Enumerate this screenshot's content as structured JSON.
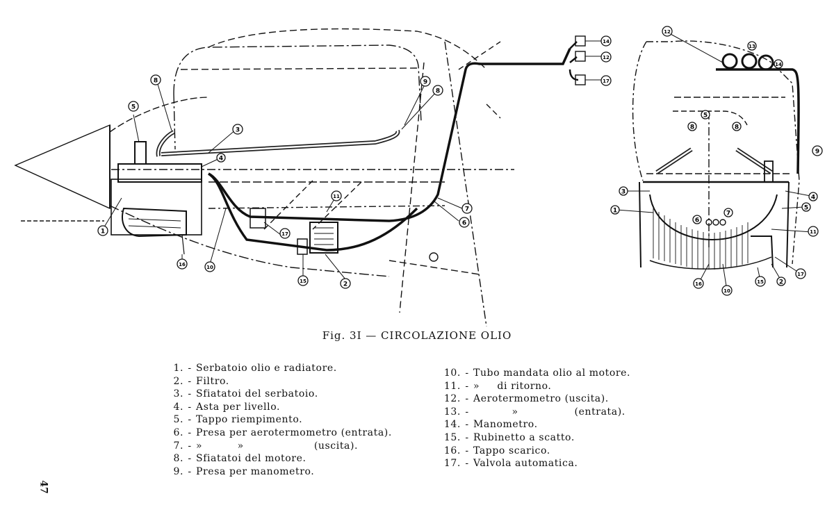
{
  "figure": {
    "caption": "Fig. 3I — CIRCOLAZIONE OLIO"
  },
  "legend_left": [
    {
      "num": "1.",
      "text": "Serbatoio olio e radiatore."
    },
    {
      "num": "2.",
      "text": "Filtro."
    },
    {
      "num": "3.",
      "text": "Sfiatatoi del serbatoio."
    },
    {
      "num": "4.",
      "text": "Asta per livello."
    },
    {
      "num": "5.",
      "text": "Tappo riempimento."
    },
    {
      "num": "6.",
      "text": "Presa per aerotermometro (entrata)."
    },
    {
      "num": "7.",
      "text": "»          »                    (uscita)."
    },
    {
      "num": "8.",
      "text": "Sfiatatoi del motore."
    },
    {
      "num": "9.",
      "text": "Presa per manometro."
    }
  ],
  "legend_right": [
    {
      "num": "10.",
      "text": "Tubo mandata olio al motore."
    },
    {
      "num": "11.",
      "text": "»     di ritorno."
    },
    {
      "num": "12.",
      "text": "Aerotermometro (uscita)."
    },
    {
      "num": "13.",
      "text": "           »                (entrata)."
    },
    {
      "num": "14.",
      "text": "Manometro."
    },
    {
      "num": "15.",
      "text": "Rubinetto a scatto."
    },
    {
      "num": "16.",
      "text": "Tappo scarico."
    },
    {
      "num": "17.",
      "text": "Valvola automatica."
    }
  ],
  "callouts": [
    "1",
    "2",
    "3",
    "4",
    "5",
    "6",
    "7",
    "8",
    "9",
    "10",
    "11",
    "12",
    "13",
    "14",
    "15",
    "16",
    "17"
  ],
  "page_number": "47"
}
